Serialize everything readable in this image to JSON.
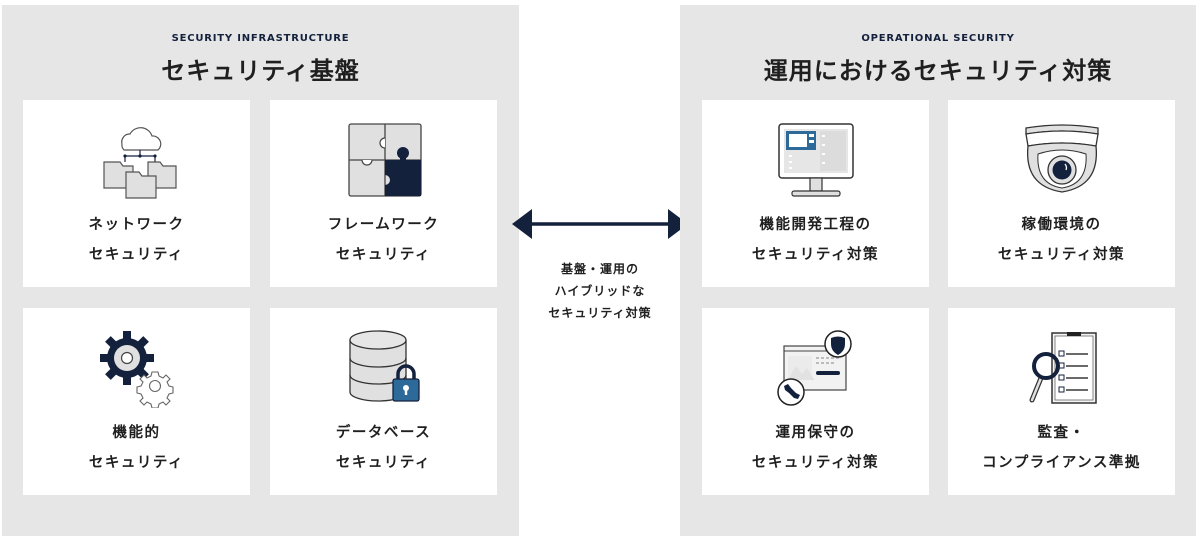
{
  "colors": {
    "panel_bg": "#e6e6e6",
    "card_bg": "#ffffff",
    "navy": "#14213d",
    "accent_blue": "#2e6a99",
    "icon_fill": "#e0e0e0",
    "text": "#1f1f1f"
  },
  "left_panel": {
    "eyebrow": "SECURITY INFRASTRUCTURE",
    "title": "セキュリティ基盤",
    "cards": [
      {
        "icon": "cloud-network-folders-icon",
        "line1": "ネットワーク",
        "line2": "セキュリティ"
      },
      {
        "icon": "puzzle-icon",
        "line1": "フレームワーク",
        "line2": "セキュリティ"
      },
      {
        "icon": "gears-icon",
        "line1": "機能的",
        "line2": "セキュリティ"
      },
      {
        "icon": "database-lock-icon",
        "line1": "データベース",
        "line2": "セキュリティ"
      }
    ]
  },
  "right_panel": {
    "eyebrow": "OPERATIONAL SECURITY",
    "title": "運用におけるセキュリティ対策",
    "cards": [
      {
        "icon": "monitor-icon",
        "line1": "機能開発工程の",
        "line2": "セキュリティ対策"
      },
      {
        "icon": "security-camera-icon",
        "line1": "稼働環境の",
        "line2": "セキュリティ対策"
      },
      {
        "icon": "maintenance-shield-wrench-icon",
        "line1": "運用保守の",
        "line2": "セキュリティ対策"
      },
      {
        "icon": "audit-checklist-magnifier-icon",
        "line1": "監査・",
        "line2": "コンプライアンス準拠"
      }
    ]
  },
  "connector": {
    "icon": "double-arrow-icon",
    "line1": "基盤・運用の",
    "line2": "ハイブリッドな",
    "line3": "セキュリティ対策"
  }
}
